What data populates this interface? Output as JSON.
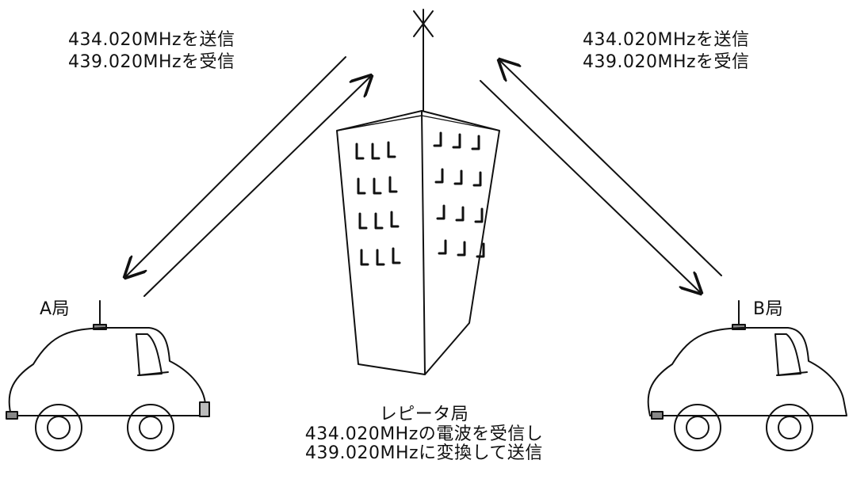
{
  "left_freqs": {
    "tx": "434.020MHzを送信",
    "rx": "439.020MHzを受信"
  },
  "right_freqs": {
    "tx": "434.020MHzを送信",
    "rx": "439.020MHzを受信"
  },
  "station_a": "A局",
  "station_b": "B局",
  "repeater": {
    "title": "レピータ局",
    "line1": "434.020MHzの電波を受信し",
    "line2": "439.020MHzに変換して送信"
  },
  "colors": {
    "ink": "#111111",
    "background": "#ffffff"
  },
  "icons": [
    "antenna-icon",
    "building-icon",
    "car-icon",
    "arrow-icon"
  ]
}
